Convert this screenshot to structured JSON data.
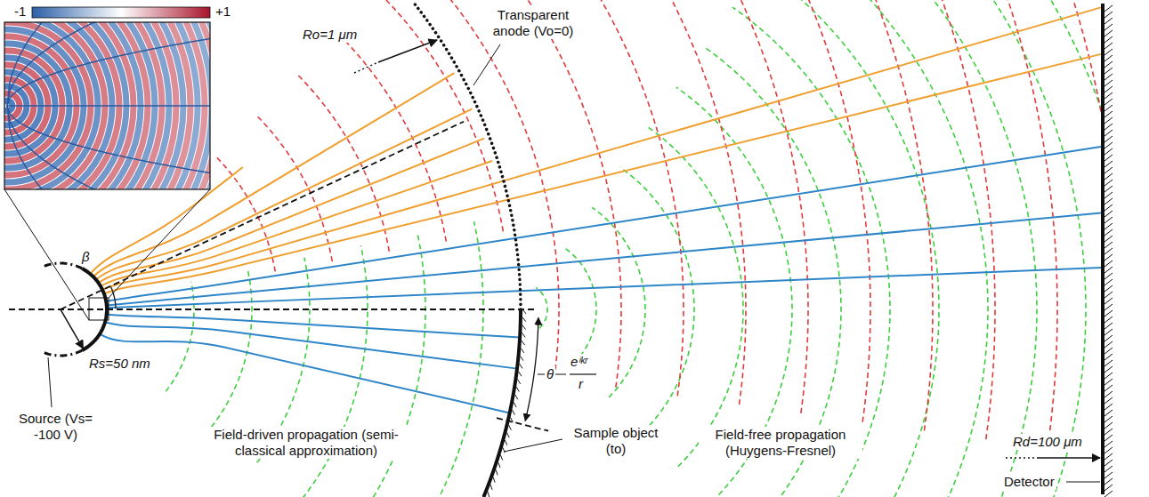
{
  "diagram": {
    "labels": [
      "-1",
      "+1",
      "Ro=1 μm",
      "Transparent anode (Vo=0)",
      "β",
      "Rs=50 nm",
      "Source (Vs= -100 V)",
      "Field-driven propagation (semi-classical approximation)",
      "θ",
      "eⁱᵏʳ",
      "r",
      "Sample object (to)",
      "Field-free propagation (Huygens-Fresnel)",
      "Rd=100 μm",
      "Detector"
    ]
  }
}
